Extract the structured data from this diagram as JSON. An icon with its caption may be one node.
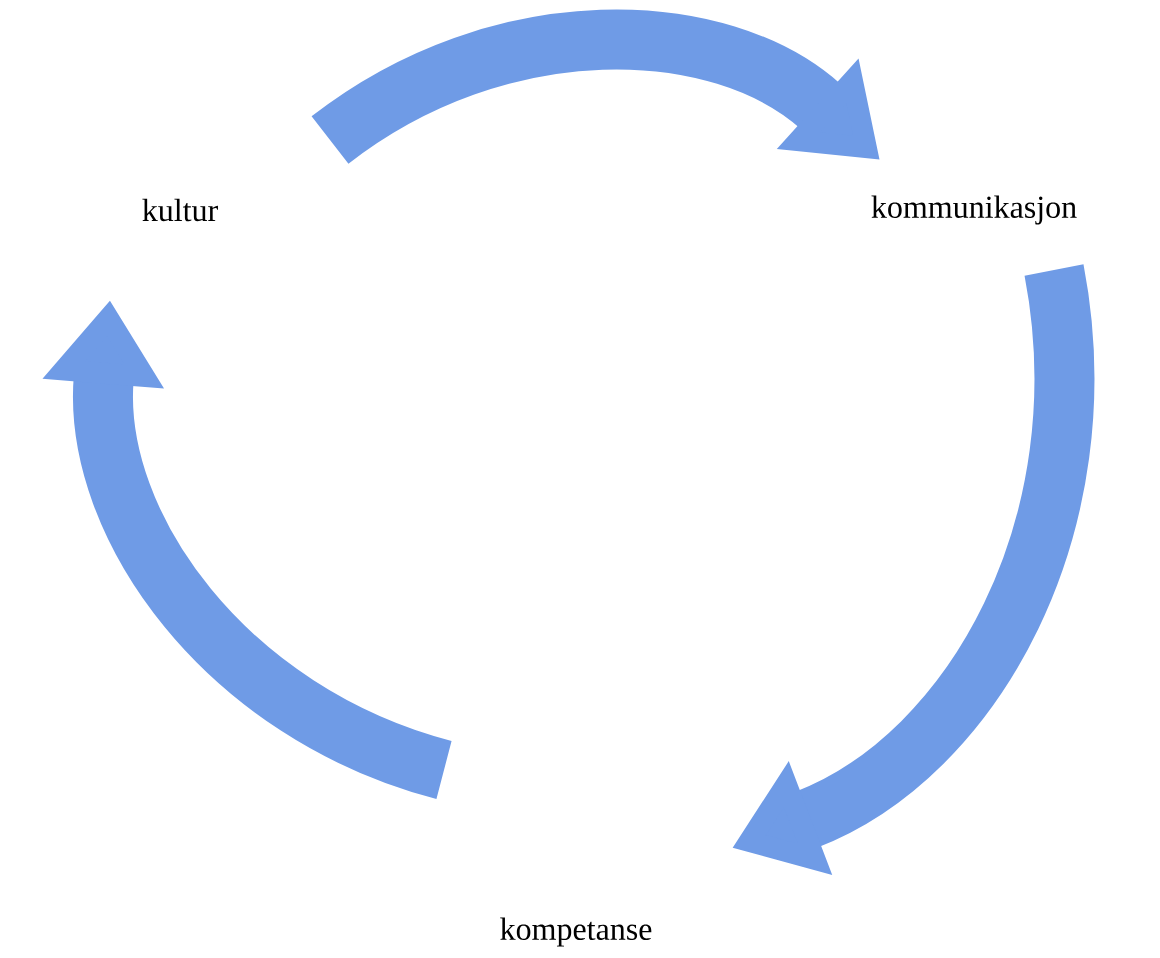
{
  "diagram": {
    "nodes": [
      {
        "text": [
          "kultur"
        ]
      },
      {
        "text": [
          "kommunikasjon"
        ]
      },
      {
        "text": [
          "kompetanse"
        ]
      }
    ],
    "edges": [
      {
        "from": 0,
        "to": 1,
        "arrow": "to"
      },
      {
        "from": 1,
        "to": 2,
        "arrow": "to"
      },
      {
        "from": 2,
        "to": 0,
        "arrow": "to"
      }
    ]
  }
}
